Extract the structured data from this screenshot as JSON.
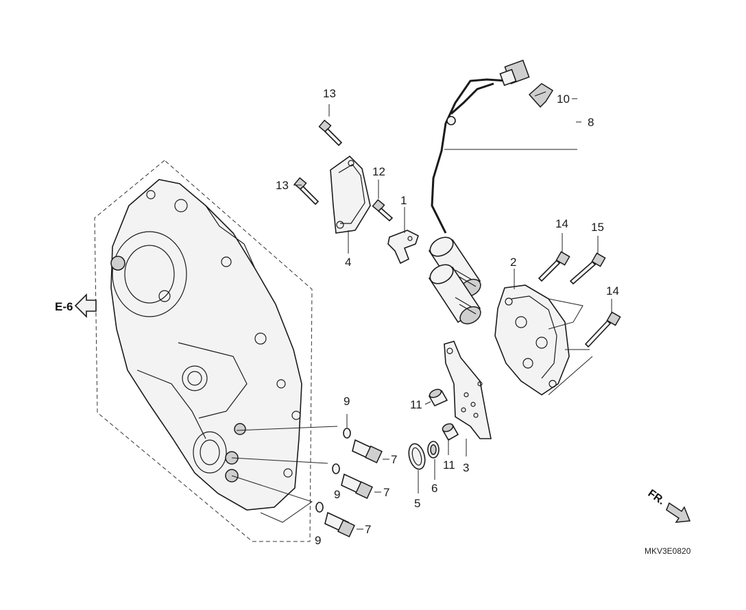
{
  "diagram": {
    "ref_label": "E-6",
    "direction_label": "FR.",
    "diagram_code": "MKV3E0820",
    "callouts": {
      "c1": "1",
      "c2": "2",
      "c3": "3",
      "c4": "4",
      "c5": "5",
      "c6": "6",
      "c7a": "7",
      "c7b": "7",
      "c7c": "7",
      "c8": "8",
      "c9a": "9",
      "c9b": "9",
      "c9c": "9",
      "c10": "10",
      "c11a": "11",
      "c11b": "11",
      "c12": "12",
      "c13a": "13",
      "c13b": "13",
      "c14a": "14",
      "c14b": "14",
      "c15": "15"
    }
  }
}
